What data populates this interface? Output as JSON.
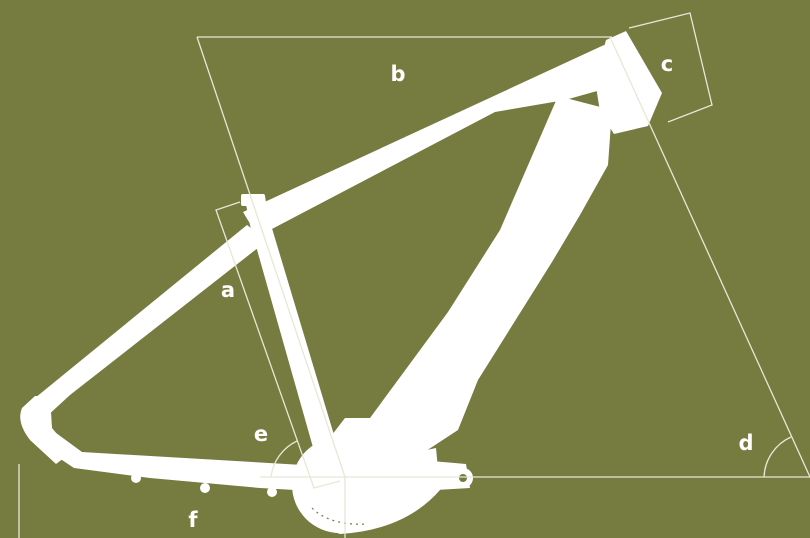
{
  "colors": {
    "background": "#767b3f",
    "frame": "#ffffff",
    "measure_line": "#e6e8d6"
  },
  "labels": {
    "a": "a",
    "b": "b",
    "c": "c",
    "d": "d",
    "e": "e",
    "f": "f"
  }
}
